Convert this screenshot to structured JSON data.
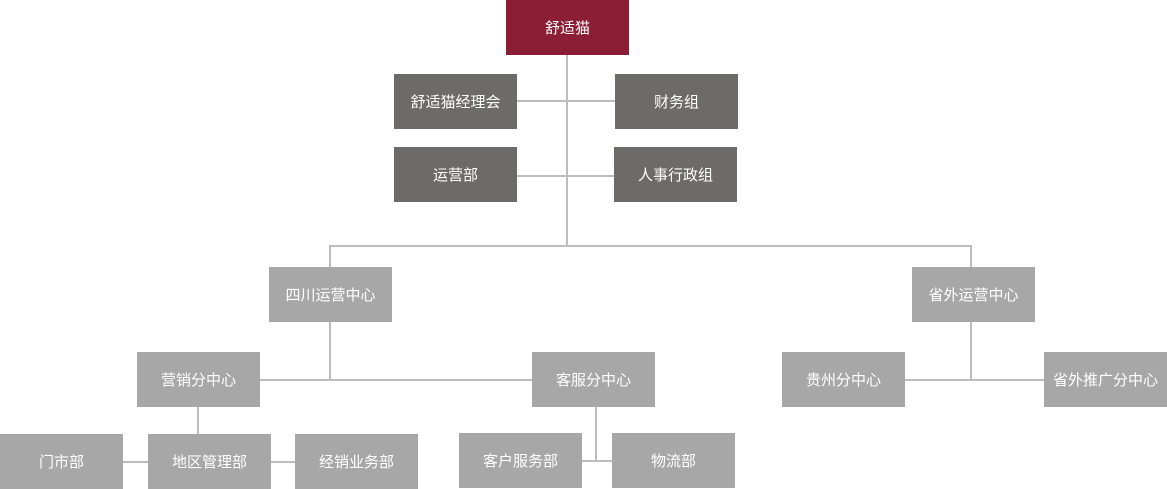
{
  "colors": {
    "root": "#8b1e35",
    "department": "#6d6b69",
    "unit": "#a7a7a7",
    "connector": "#bdbdbd",
    "text": "#ffffff"
  },
  "root": {
    "label": "舒适猫"
  },
  "departments": {
    "manager_board": "舒适猫经理会",
    "finance": "财务组",
    "operations": "运营部",
    "hr_admin": "人事行政组"
  },
  "centers": {
    "sichuan": {
      "label": "四川运营中心",
      "marketing": {
        "label": "营销分中心",
        "children": {
          "store": "门市部",
          "regional": "地区管理部",
          "distribution": "经销业务部"
        }
      },
      "service": {
        "label": "客服分中心",
        "children": {
          "customer_service": "客户服务部",
          "logistics": "物流部"
        }
      }
    },
    "outside": {
      "label": "省外运营中心",
      "children": {
        "guizhou": "贵州分中心",
        "promotion": "省外推广分中心"
      }
    }
  }
}
